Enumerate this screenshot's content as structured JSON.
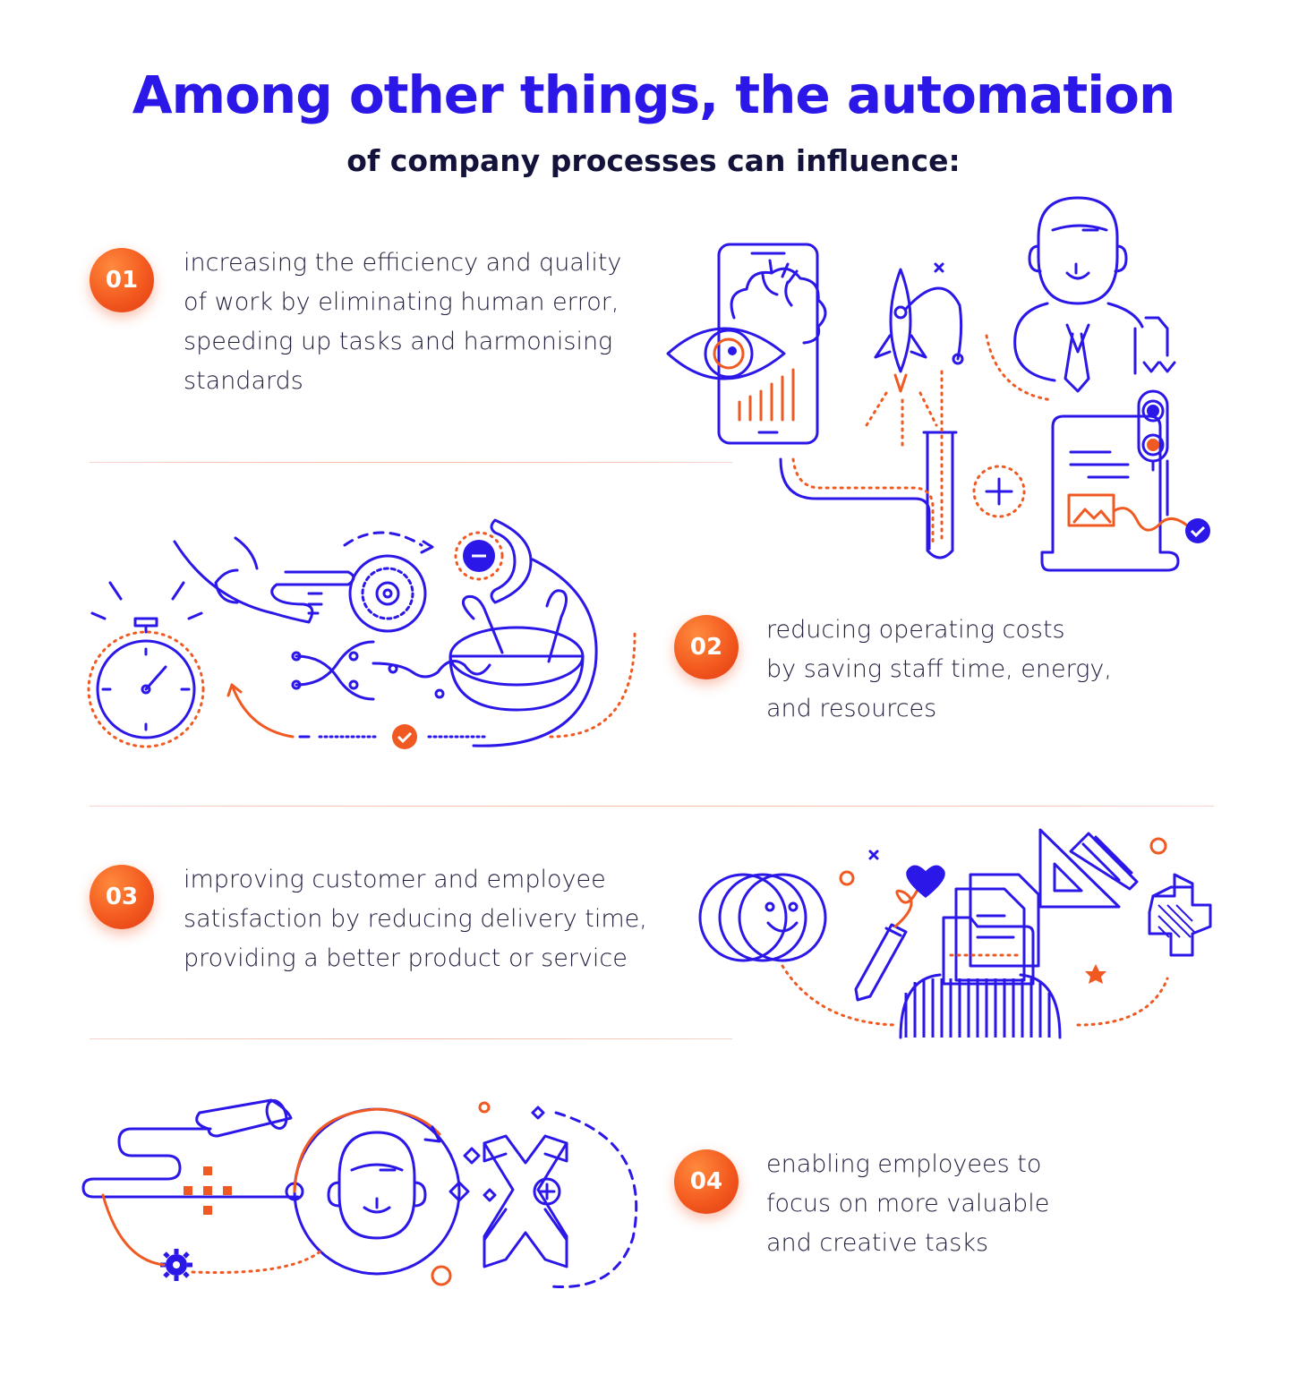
{
  "header": {
    "title": "Among other things, the automation",
    "subtitle": "of company processes can influence:"
  },
  "items": [
    {
      "number": "01",
      "lines": [
        "increasing the efficiency and quality",
        "of work by eliminating human error,",
        "speeding up tasks and harmonising",
        "standards"
      ]
    },
    {
      "number": "02",
      "lines": [
        "reducing operating costs",
        "by saving staff time, energy,",
        "and resources"
      ]
    },
    {
      "number": "03",
      "lines": [
        "improving customer and employee",
        "satisfaction by reducing delivery time,",
        "providing a better product or service"
      ]
    },
    {
      "number": "04",
      "lines": [
        "enabling employees to",
        "focus on more valuable",
        "and creative tasks"
      ]
    }
  ],
  "colors": {
    "accent": "#2b17e8",
    "orange": "#f05a22",
    "text": "#1f1e3d"
  },
  "icons": {
    "illustration_1": [
      "phone-icon",
      "eye-icon",
      "brain-icon",
      "bar-chart-icon",
      "rocket-icon",
      "businessman-icon",
      "test-tube-icon",
      "plus-icon",
      "document-icon",
      "traffic-light-icon",
      "check-icon"
    ],
    "illustration_2": [
      "stopwatch-icon",
      "hand-icon",
      "gear-icon",
      "minus-icon",
      "mortar-pestle-icon",
      "check-icon"
    ],
    "illustration_3": [
      "smiley-coins-icon",
      "pencil-icon",
      "heart-icon",
      "folder-icon",
      "set-square-icon",
      "cross-icon",
      "person-icon"
    ],
    "illustration_4": [
      "brush-icon",
      "head-icon",
      "gear-icon",
      "geometric-shape-icon"
    ]
  }
}
